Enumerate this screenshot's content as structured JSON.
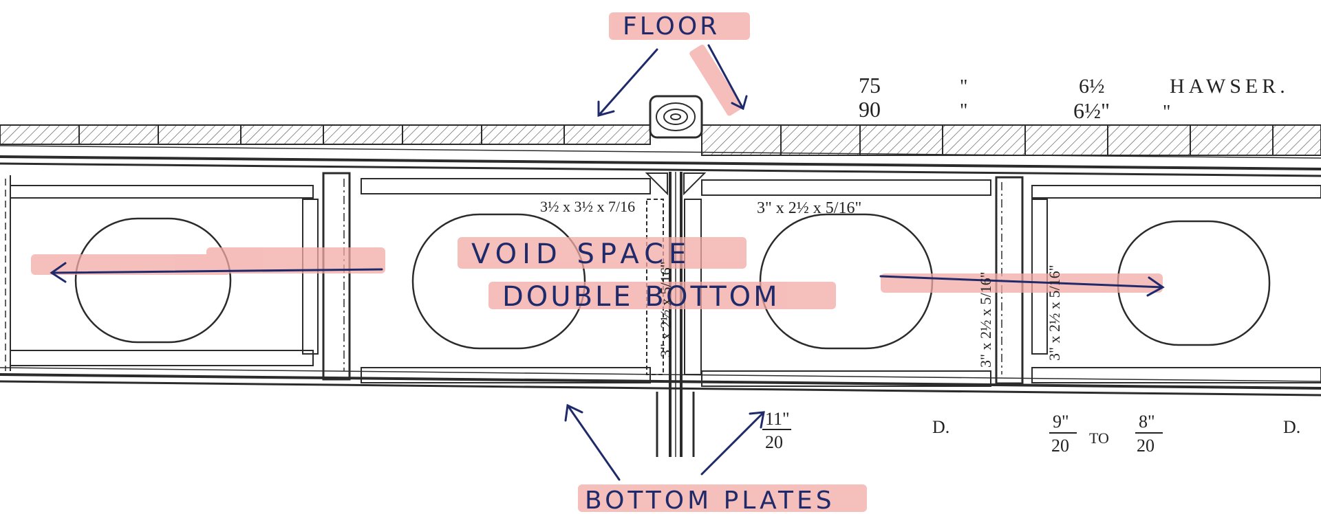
{
  "labels": {
    "floor": "FLOOR",
    "void_space": "VOID SPACE",
    "double_bottom": "DOUBLE BOTTOM",
    "bottom_plates": "BOTTOM PLATES"
  },
  "printed_notes": {
    "row1_count": "75",
    "row1_ditto": "\"",
    "row1_size": "6½",
    "row1_word": "HAWSER.",
    "row2_count": "90",
    "row2_ditto": "\"",
    "row2_size": "6½\"",
    "row2_ditto2": "\""
  },
  "dimensions": {
    "angle_small": "3½ x 3½ x 7/16",
    "angle_top": "3\" x 2½ x 5/16\"",
    "vertical_center": "3\" x 2½ x 5/16\"",
    "vertical_right1": "3\" x 2½ x 5/16\"",
    "vertical_right2": "3\" x 2½ x 5/16\"",
    "plate_11_num": "11\"",
    "plate_11_den": "20",
    "mark_d1": "D.",
    "mark_d2": "D.",
    "plate_9_num": "9\"",
    "plate_9_den": "20",
    "plate_to": "TO",
    "plate_8_num": "8\"",
    "plate_8_den": "20"
  },
  "colors": {
    "highlight": "#f2a9a5",
    "ink": "#1f2a6b",
    "line": "#2b2b2b",
    "paper": "#ffffff"
  }
}
